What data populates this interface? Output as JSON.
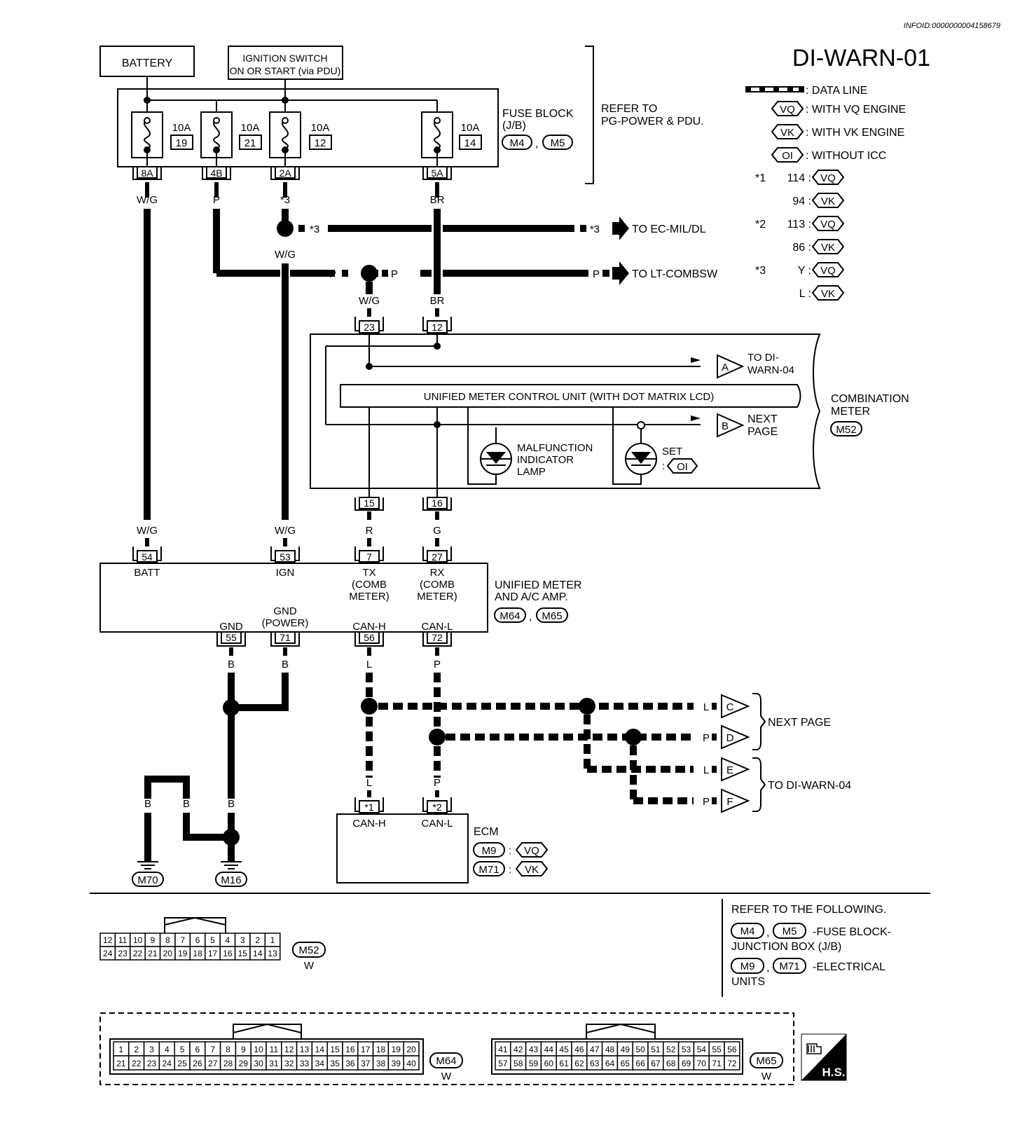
{
  "header": {
    "info_id": "INFOID:0000000004158679",
    "title": "DI-WARN-01"
  },
  "legend": {
    "data_line": ": DATA LINE",
    "vq": "VQ",
    "vk": "VK",
    "oi": "OI",
    "with_vq": ": WITH VQ ENGINE",
    "with_vk": ": WITH VK ENGINE",
    "without_icc": ": WITHOUT ICC",
    "star1": "*1",
    "star2": "*2",
    "star3": "*3",
    "n114": "114 :",
    "n94": "94 :",
    "n113": "113 :",
    "n86": "86 :",
    "y": "Y :",
    "l": "L :"
  },
  "sources": {
    "battery": "BATTERY",
    "ignition_line1": "IGNITION SWITCH",
    "ignition_line2": "ON OR START (via PDU)"
  },
  "fuse_block": {
    "line1": "FUSE BLOCK",
    "line2": "(J/B)",
    "conn1": "M4",
    "conn2": "M5",
    "comma": ",",
    "refer1": "REFER TO",
    "refer2": "PG-POWER & PDU.",
    "fuses": [
      {
        "amp": "10A",
        "num": "19",
        "term": "8A",
        "wire": "W/G"
      },
      {
        "amp": "10A",
        "num": "21",
        "term": "4B",
        "wire": "P"
      },
      {
        "amp": "10A",
        "num": "12",
        "term": "2A",
        "wire": "*3"
      },
      {
        "amp": "10A",
        "num": "14",
        "term": "5A",
        "wire": "BR"
      }
    ]
  },
  "branches": {
    "star3_left": "*3",
    "star3_right": "*3",
    "to_ec": "TO EC-MIL/DL",
    "wg_after_splice": "W/G",
    "p_left": "P",
    "p_right": "P",
    "p_far": "P",
    "to_lt": "TO LT-COMBSW",
    "wg_23": "W/G",
    "br_12": "BR"
  },
  "meter": {
    "pin23": "23",
    "pin12": "12",
    "pin15": "15",
    "pin16": "16",
    "to_a1": "TO DI-",
    "to_a2": "WARN-04",
    "a": "A",
    "next1": "NEXT",
    "next2": "PAGE",
    "b": "B",
    "unit": "UNIFIED METER CONTROL UNIT (WITH DOT MATRIX LCD)",
    "mil1": "MALFUNCTION",
    "mil2": "INDICATOR",
    "mil3": "LAMP",
    "set": "SET",
    "set_colon": ":",
    "oi": "OI",
    "name1": "COMBINATION",
    "name2": "METER",
    "conn": "M52"
  },
  "amp": {
    "w54": "W/G",
    "w53": "W/G",
    "w7": "R",
    "w27": "G",
    "p54": "54",
    "p53": "53",
    "p7": "7",
    "p27": "27",
    "batt": "BATT",
    "ign": "IGN",
    "tx1": "TX",
    "tx2": "(COMB",
    "tx3": "METER)",
    "rx1": "RX",
    "rx2": "(COMB",
    "rx3": "METER)",
    "name1": "UNIFIED METER",
    "name2": "AND A/C AMP.",
    "conn1": "M64",
    "conn2": "M65",
    "comma": ",",
    "gnd": "GND",
    "gndp1": "GND",
    "gndp2": "(POWER)",
    "canh": "CAN-H",
    "canl": "CAN-L",
    "p55": "55",
    "p71": "71",
    "p56": "56",
    "p72": "72",
    "b55": "B",
    "b71": "B",
    "l56": "L",
    "p72w": "P"
  },
  "can": {
    "lc": "L",
    "c": "C",
    "pd": "P",
    "d": "D",
    "le": "L",
    "e": "E",
    "pf": "P",
    "f": "F",
    "next_page": "NEXT PAGE",
    "to_warn04": "TO DI-WARN-04",
    "l_down": "L",
    "p_down": "P"
  },
  "ground": {
    "b1": "B",
    "b2": "B",
    "b3": "B",
    "m70": "M70",
    "m16": "M16"
  },
  "ecm": {
    "p1": "*1",
    "p2": "*2",
    "canh": "CAN-H",
    "canl": "CAN-L",
    "name": "ECM",
    "m9": "M9",
    "m71": "M71",
    "colon": ":",
    "vq": "VQ",
    "vk": "VK"
  },
  "refer": {
    "line1": "REFER TO THE FOLLOWING.",
    "m4": "M4",
    "m5": "M5",
    "comma": ",",
    "fb1": "-FUSE BLOCK-",
    "fb2": "JUNCTION BOX (J/B)",
    "m9": "M9",
    "m71": "M71",
    "eu1": "-ELECTRICAL",
    "eu2": "UNITS"
  },
  "connectors": {
    "m52_top": [
      "12",
      "11",
      "10",
      "9",
      "8",
      "7",
      "6",
      "5",
      "4",
      "3",
      "2",
      "1"
    ],
    "m52_bot": [
      "24",
      "23",
      "22",
      "21",
      "20",
      "19",
      "18",
      "17",
      "16",
      "15",
      "14",
      "13"
    ],
    "m52": "M52",
    "m52_color": "W",
    "m64_top": [
      "1",
      "2",
      "3",
      "4",
      "5",
      "6",
      "7",
      "8",
      "9",
      "10",
      "11",
      "12",
      "13",
      "14",
      "15",
      "16",
      "17",
      "18",
      "19",
      "20"
    ],
    "m64_bot": [
      "21",
      "22",
      "23",
      "24",
      "25",
      "26",
      "27",
      "28",
      "29",
      "30",
      "31",
      "32",
      "33",
      "34",
      "35",
      "36",
      "37",
      "38",
      "39",
      "40"
    ],
    "m64": "M64",
    "m64_color": "W",
    "m65_top": [
      "41",
      "42",
      "43",
      "44",
      "45",
      "46",
      "47",
      "48",
      "49",
      "50",
      "51",
      "52",
      "53",
      "54",
      "55",
      "56"
    ],
    "m65_bot": [
      "57",
      "58",
      "59",
      "60",
      "61",
      "62",
      "63",
      "64",
      "65",
      "66",
      "67",
      "68",
      "69",
      "70",
      "71",
      "72"
    ],
    "m65": "M65",
    "m65_color": "W",
    "hs": "H.S."
  }
}
